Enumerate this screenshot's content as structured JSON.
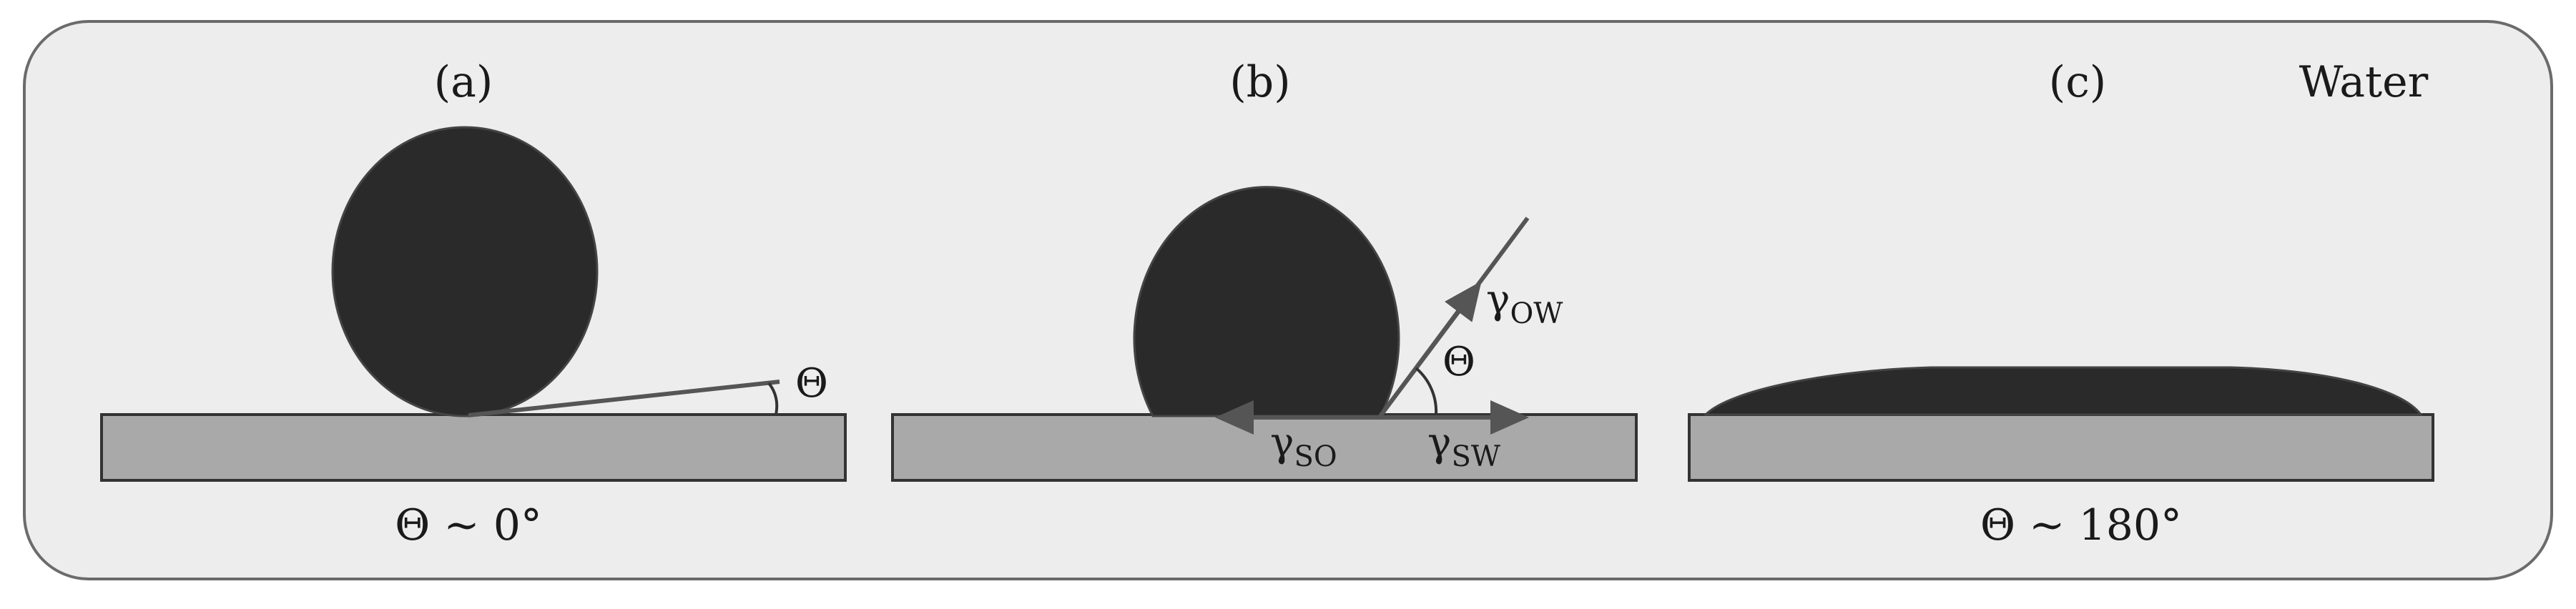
{
  "colors": {
    "background": "#ededed",
    "frame": "#6b6b6b",
    "droplet": "#2a2a2a",
    "substrate": "#a9a9a9",
    "arrow": "#555555",
    "text": "#1a1a1a"
  },
  "medium_label": "Water",
  "panels": [
    {
      "label": "(a)",
      "angle_symbol": "Θ",
      "angle_caption": "Θ ~ 0°"
    },
    {
      "label": "(b)",
      "angle_symbol": "Θ",
      "tensions": [
        {
          "symbol": "γ",
          "subscript": "OW"
        },
        {
          "symbol": "γ",
          "subscript": "SO"
        },
        {
          "symbol": "γ",
          "subscript": "SW"
        }
      ]
    },
    {
      "label": "(c)",
      "angle_caption": "Θ ~ 180°"
    }
  ]
}
